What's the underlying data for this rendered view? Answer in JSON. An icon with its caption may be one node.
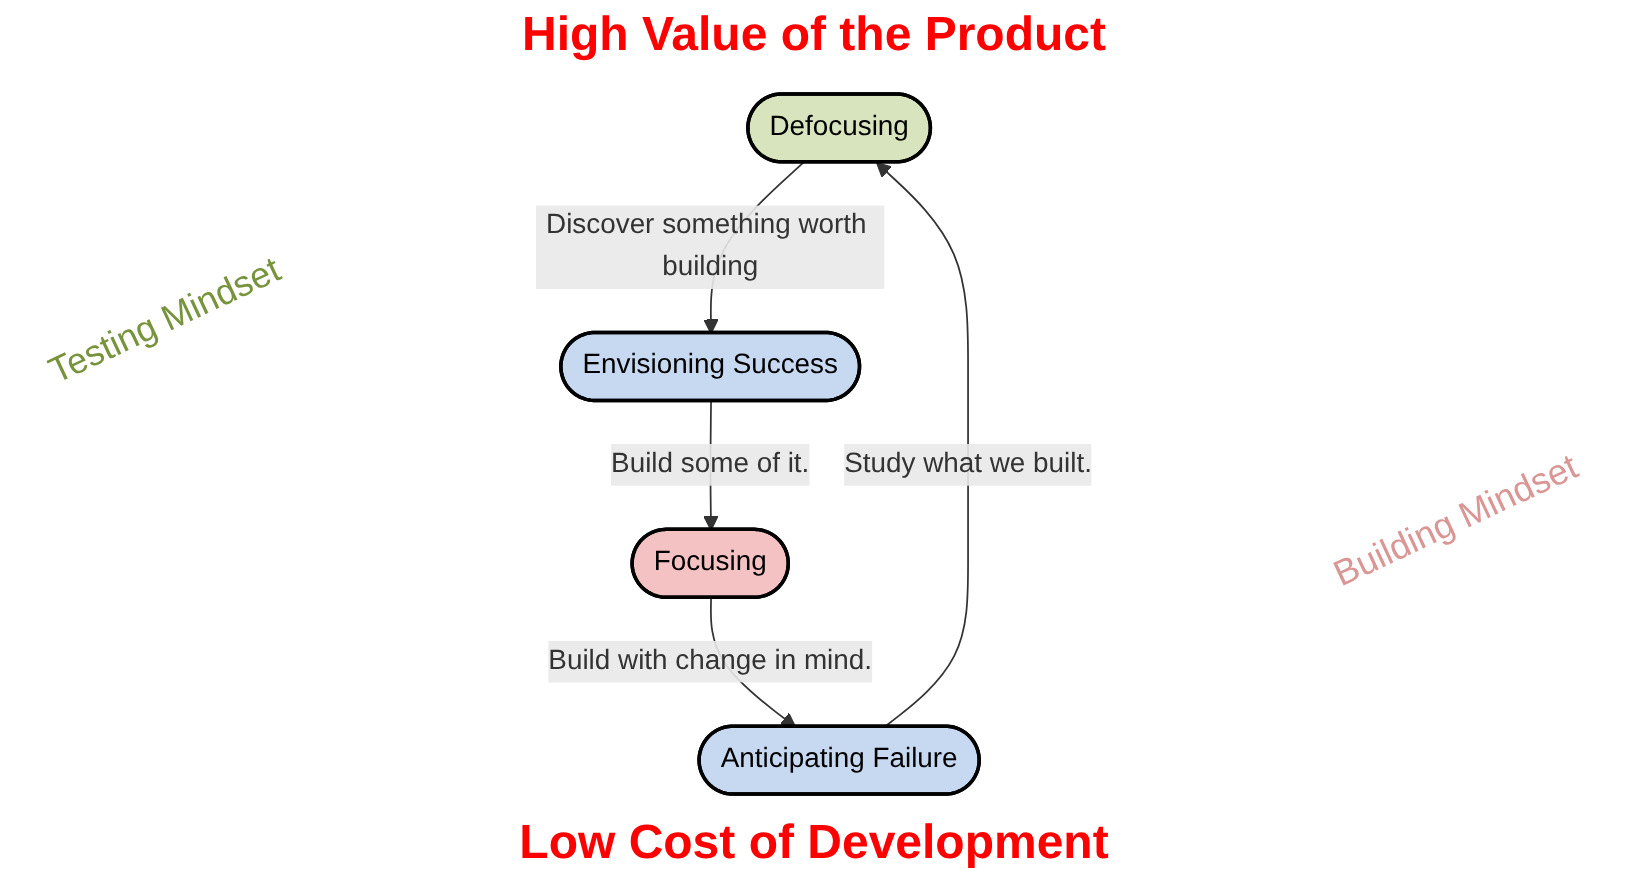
{
  "diagram": {
    "title": "High Value of the Product",
    "caption": "Low Cost of Development",
    "nodes": [
      {
        "text": [
          "Defocusing"
        ]
      },
      {
        "text": [
          "Envisioning Success"
        ]
      },
      {
        "text": [
          "Anticipating Failure"
        ]
      },
      {
        "text": [
          "Focusing"
        ]
      }
    ],
    "edges": [
      {
        "from": 0,
        "to": 1,
        "arrow": "to",
        "label": "Discover something worth building"
      },
      {
        "from": 1,
        "to": 3,
        "arrow": "to",
        "label": "Build some of it."
      },
      {
        "from": 3,
        "to": 2,
        "arrow": "to",
        "label": "Build with change in mind."
      },
      {
        "from": 2,
        "to": 0,
        "arrow": "to",
        "label": "Study what we built."
      }
    ],
    "labels": [
      "Testing Mindset",
      "Building Mindset"
    ]
  }
}
